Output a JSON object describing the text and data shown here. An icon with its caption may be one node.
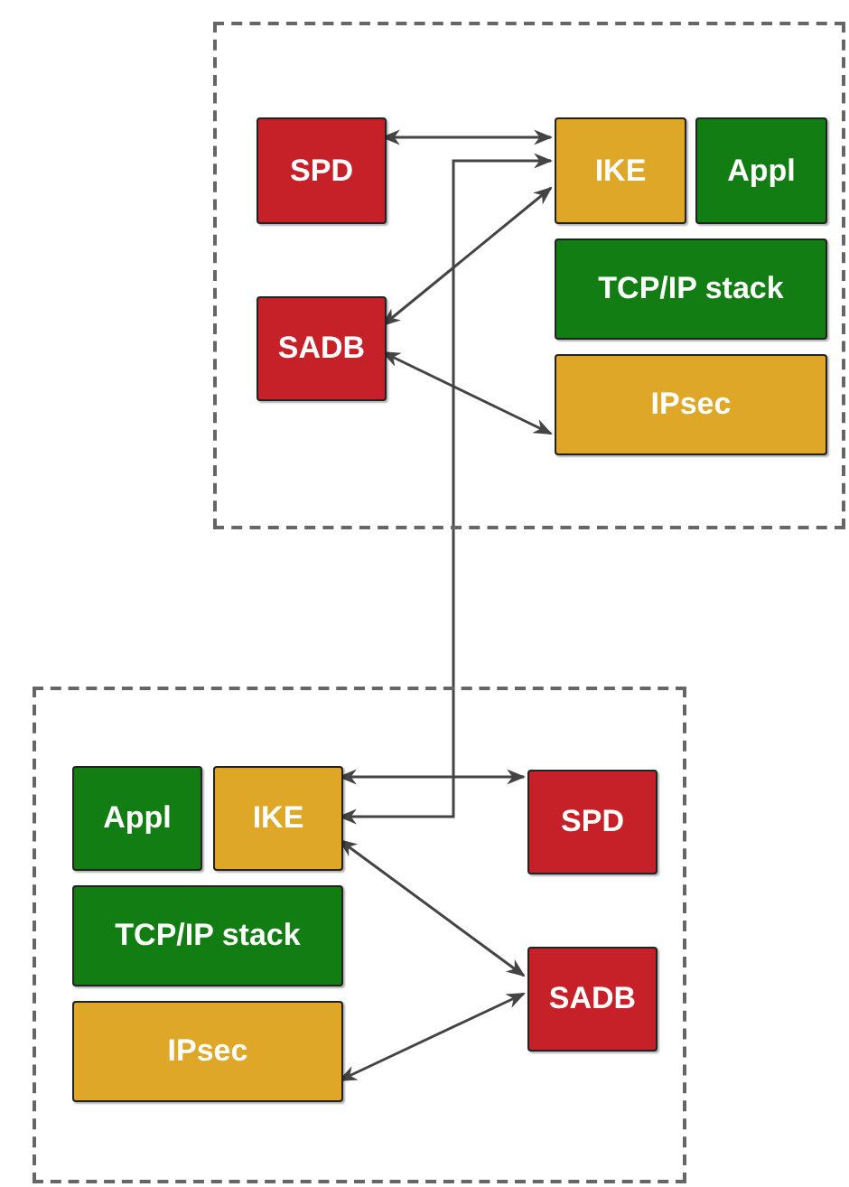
{
  "diagram": {
    "nodes": [
      {
        "text": [],
        "shape": "box"
      },
      {
        "text": [
          "SPD"
        ],
        "in": 0
      },
      {
        "text": [
          "IKE"
        ],
        "in": 0
      },
      {
        "text": [
          "Appl"
        ],
        "in": 0
      },
      {
        "text": [
          "TCP/IP stack"
        ],
        "in": 0
      },
      {
        "text": [
          "SADB"
        ],
        "in": 0
      },
      {
        "text": [
          "IPsec"
        ],
        "in": 0
      },
      {
        "text": [],
        "shape": "box"
      },
      {
        "text": [
          "Appl"
        ],
        "in": 7
      },
      {
        "text": [
          "IKE"
        ],
        "in": 7
      },
      {
        "text": [
          "TCP/IP stack"
        ],
        "in": 7
      },
      {
        "text": [
          "IPsec"
        ],
        "in": 7
      },
      {
        "text": [
          "SPD"
        ],
        "in": 7
      },
      {
        "text": [
          "SADB"
        ],
        "in": 7
      }
    ],
    "edges": [
      {
        "from": 1,
        "to": 2,
        "arrow": "both"
      },
      {
        "from": 5,
        "to": 2,
        "arrow": "both"
      },
      {
        "from": 5,
        "to": 6,
        "arrow": "both"
      },
      {
        "from": 9,
        "to": 2,
        "arrow": "both"
      },
      {
        "from": 9,
        "to": 12,
        "arrow": "both"
      },
      {
        "from": 9,
        "to": 13,
        "arrow": "both"
      },
      {
        "from": 11,
        "to": 13,
        "arrow": "both"
      }
    ]
  }
}
